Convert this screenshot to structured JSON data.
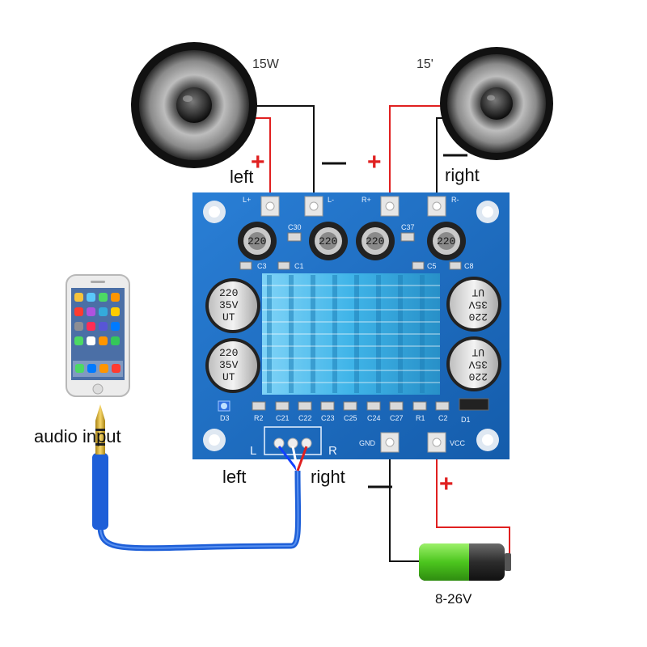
{
  "speakers": {
    "left": {
      "watt": "15W",
      "label": "left"
    },
    "right": {
      "watt": "15'",
      "label": "right"
    }
  },
  "polarity": {
    "plus": "+",
    "minus": "—"
  },
  "board": {
    "terminals": {
      "l_plus": "L+",
      "l_minus": "L-",
      "r_plus": "R+",
      "r_minus": "R-",
      "gnd": "GND",
      "vcc": "VCC"
    },
    "input_labels": {
      "left": "L",
      "right": "R"
    },
    "components": [
      "R2",
      "C21",
      "C22",
      "C23",
      "C25",
      "C24",
      "C27",
      "R1",
      "C2",
      "D1",
      "D3",
      "C30",
      "C37",
      "C3",
      "C1",
      "C5",
      "C8"
    ],
    "capacitor": {
      "value": "220",
      "voltage": "35V",
      "brand": "UT"
    },
    "inductor_mark": "220"
  },
  "audio": {
    "input_label": "audio input",
    "left_label": "left",
    "right_label": "right"
  },
  "battery": {
    "label": "8-26V"
  },
  "colors": {
    "pcb": "#1a6fc4",
    "heatsink": "#3fb4e8",
    "wire_red": "#e02020",
    "wire_black": "#111111",
    "cable_blue": "#1e5fd8",
    "battery_green": "#4cc61e"
  }
}
